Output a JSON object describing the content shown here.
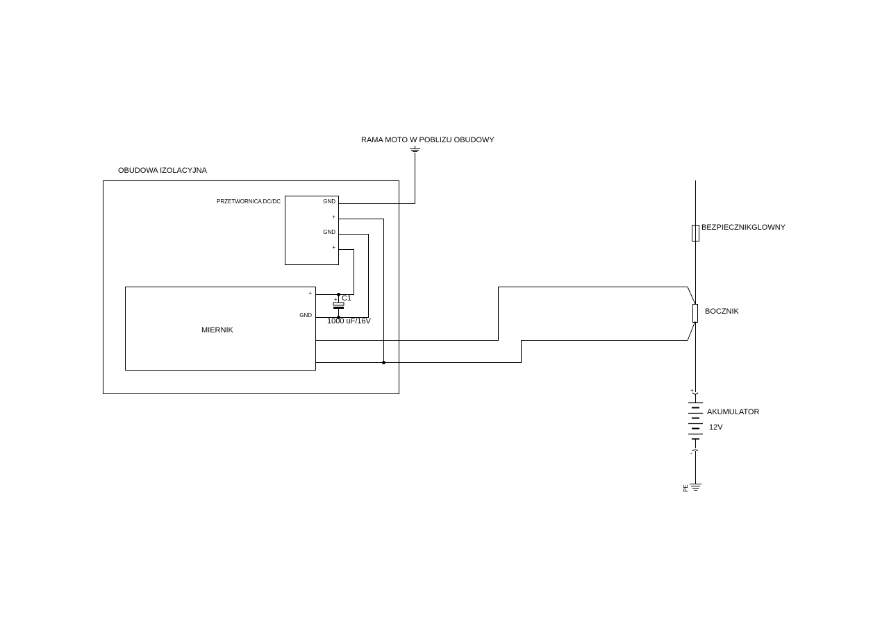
{
  "enclosure": {
    "label": "OBUDOWA IZOLACYJNA"
  },
  "frame_ground": {
    "label": "RAMA MOTO W POBLIZU OBUDOWY"
  },
  "converter": {
    "label": "PRZETWORNICA DC/DC",
    "pins": [
      "GND",
      "+",
      "GND",
      "+"
    ]
  },
  "meter": {
    "label": "MIERNIK",
    "pin_plus": "+",
    "pin_gnd": "GND"
  },
  "capacitor": {
    "ref": "C1",
    "value": "1000 uF/16V",
    "polarity": "+"
  },
  "fuse": {
    "label": "BEZPIECZNIKGLOWNY"
  },
  "shunt": {
    "label": "BOCZNIK"
  },
  "battery": {
    "label": "AKUMULATOR",
    "voltage": "12V",
    "plus": "+",
    "minus": "-"
  },
  "pe": {
    "label": "PE"
  },
  "colors": {
    "ink": "#000000",
    "background": "#ffffff"
  }
}
